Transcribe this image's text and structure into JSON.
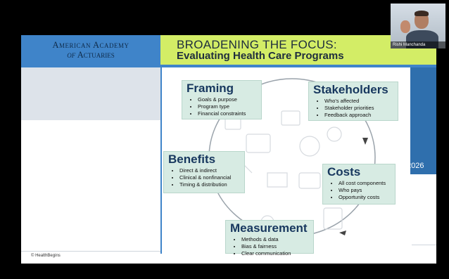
{
  "slide": {
    "logo_line1": "American Academy",
    "logo_line2_prefix": "of",
    "logo_line2_rest": "Actuaries",
    "title_line1": "BROADENING THE FOCUS:",
    "title_line2": "Evaluating Health Care Programs",
    "year_fragment": "2026",
    "copyright": "© HealthBegins",
    "colors": {
      "logo_blue": "#3f84c9",
      "title_green": "#d3ed66",
      "card_bg": "#d7ebe3",
      "card_title": "#17375e"
    }
  },
  "diagram": {
    "framing": {
      "title": "Framing",
      "items": [
        "Goals & purpose",
        "Program type",
        "Financial constraints"
      ]
    },
    "stakeholders": {
      "title": "Stakeholders",
      "items": [
        "Who's affected",
        "Stakeholder priorities",
        "Feedback approach"
      ]
    },
    "benefits": {
      "title": "Benefits",
      "items": [
        "Direct & indirect",
        "Clinical & nonfinancial",
        "Timing & distribution"
      ]
    },
    "costs": {
      "title": "Costs",
      "items": [
        "All cost components",
        "Who pays",
        "Opportunity costs"
      ]
    },
    "measurement": {
      "title": "Measurement",
      "items": [
        "Methods & data",
        "Bias & fairness",
        "Clear communication"
      ]
    }
  },
  "webcam": {
    "name": "Rishi Manchanda"
  }
}
